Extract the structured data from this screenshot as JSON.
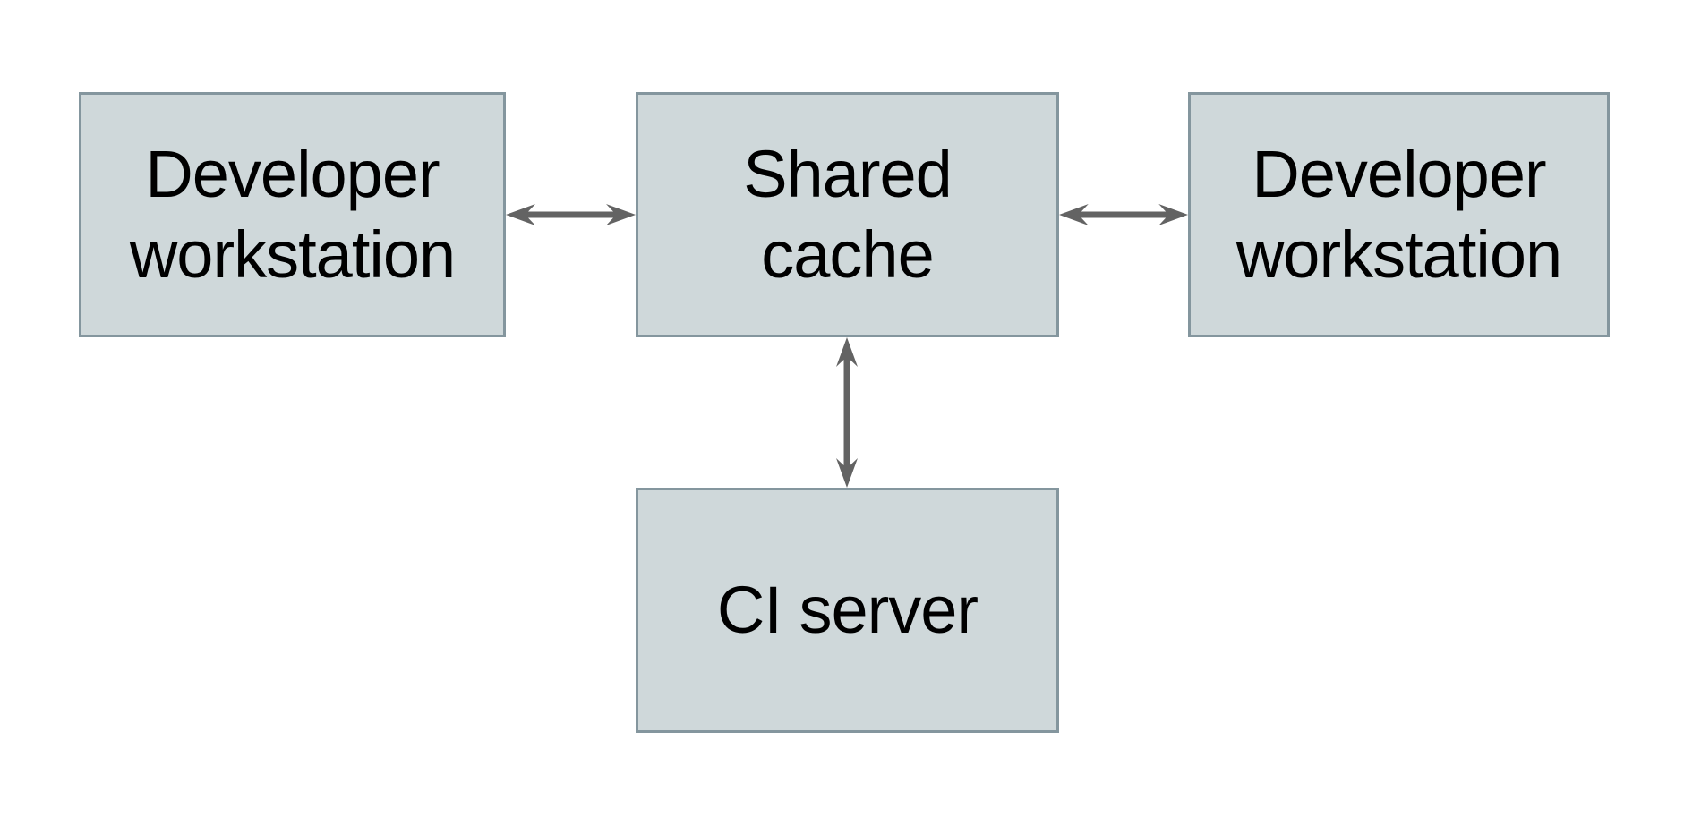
{
  "diagram": {
    "nodes": [
      {
        "id": "developer-workstation-left",
        "label": "Developer\nworkstation"
      },
      {
        "id": "shared-cache",
        "label": "Shared\ncache"
      },
      {
        "id": "developer-workstation-right",
        "label": "Developer\nworkstation"
      },
      {
        "id": "ci-server",
        "label": "CI server"
      }
    ],
    "edges": [
      {
        "from": "developer-workstation-left",
        "to": "shared-cache",
        "direction": "bidirectional",
        "orientation": "horizontal"
      },
      {
        "from": "shared-cache",
        "to": "developer-workstation-right",
        "direction": "bidirectional",
        "orientation": "horizontal"
      },
      {
        "from": "shared-cache",
        "to": "ci-server",
        "direction": "bidirectional",
        "orientation": "vertical"
      }
    ]
  },
  "colors": {
    "background": "#ffffff",
    "node_fill": "#cfd8da",
    "node_border": "#84969e",
    "arrow": "#636363",
    "text": "#000000"
  }
}
